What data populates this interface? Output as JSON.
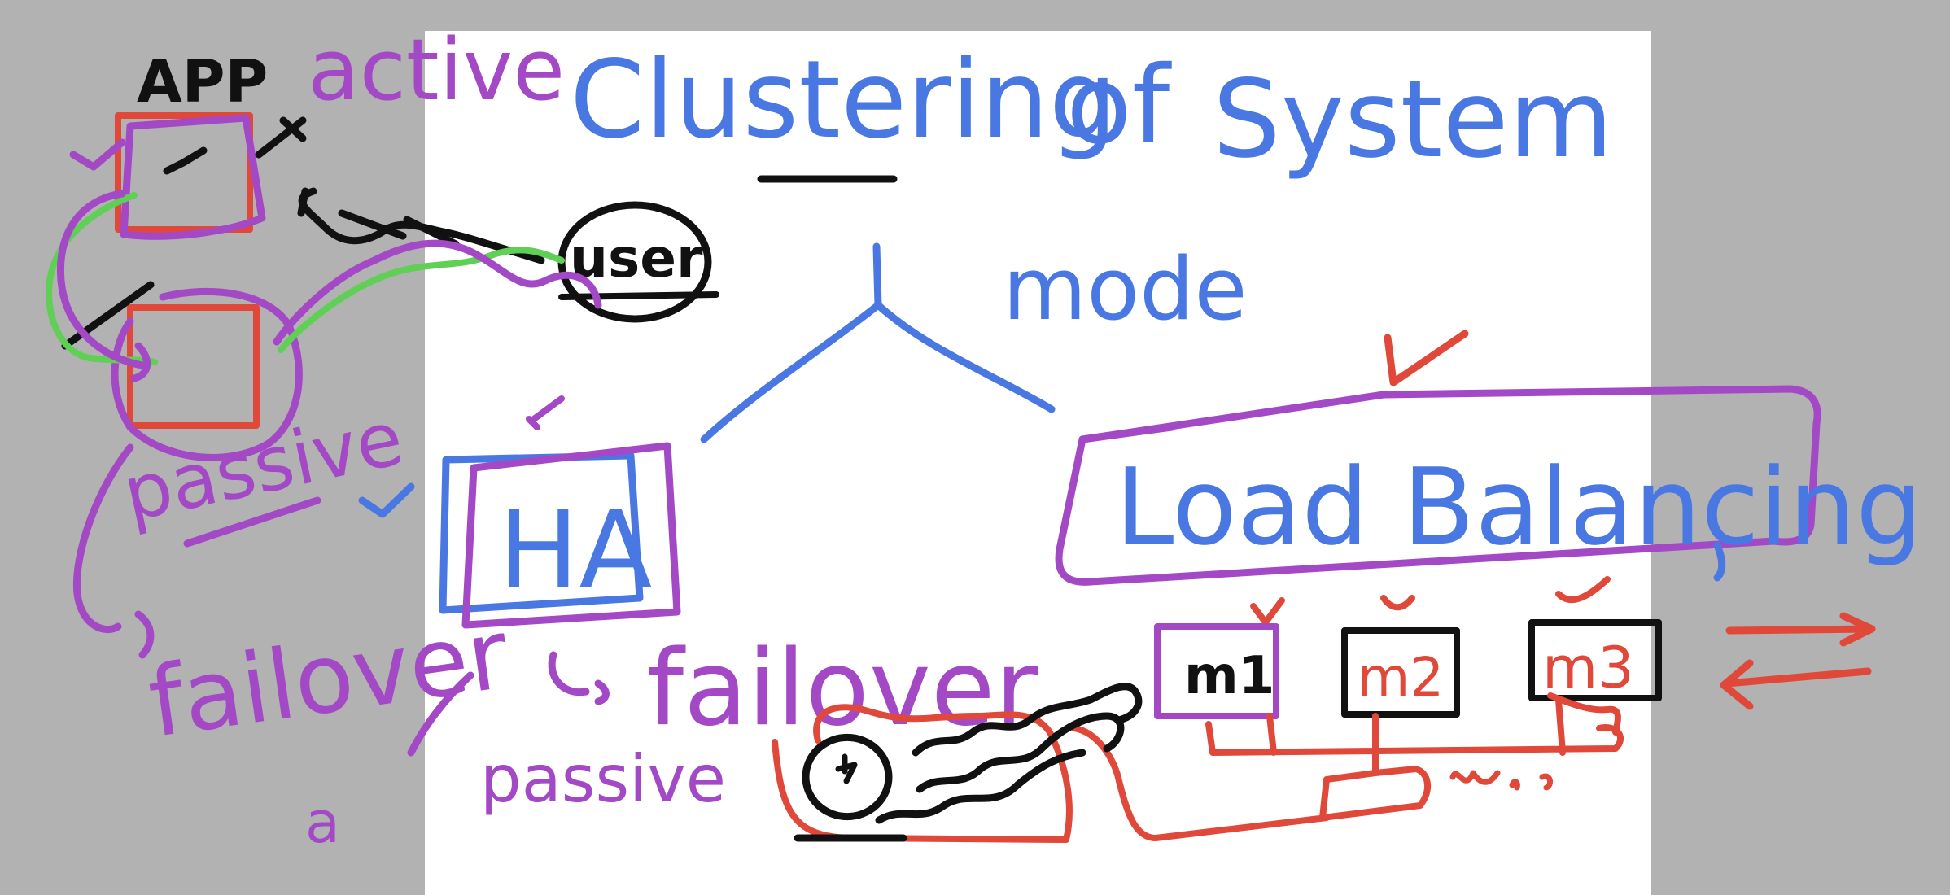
{
  "colors": {
    "background": "#b2b2b2",
    "page": "#ffffff",
    "blue_ink": "#4a78e2",
    "purple_ink": "#a349c6",
    "red_ink": "#e0483a",
    "black_ink": "#111111",
    "green_ink": "#5fcf55"
  },
  "title": {
    "main": "Clustering",
    "of": "of",
    "system": "System",
    "mode": "mode"
  },
  "branches": {
    "ha": "HA",
    "load_balancing": "Load Balancing",
    "failover": "failover",
    "passive": "passive"
  },
  "left_notes": {
    "app": "APP",
    "active": "active",
    "user": "user",
    "passive": "passive",
    "failover": "failover",
    "small_mark": "a"
  },
  "machines": [
    "m1",
    "m2",
    "m3"
  ]
}
